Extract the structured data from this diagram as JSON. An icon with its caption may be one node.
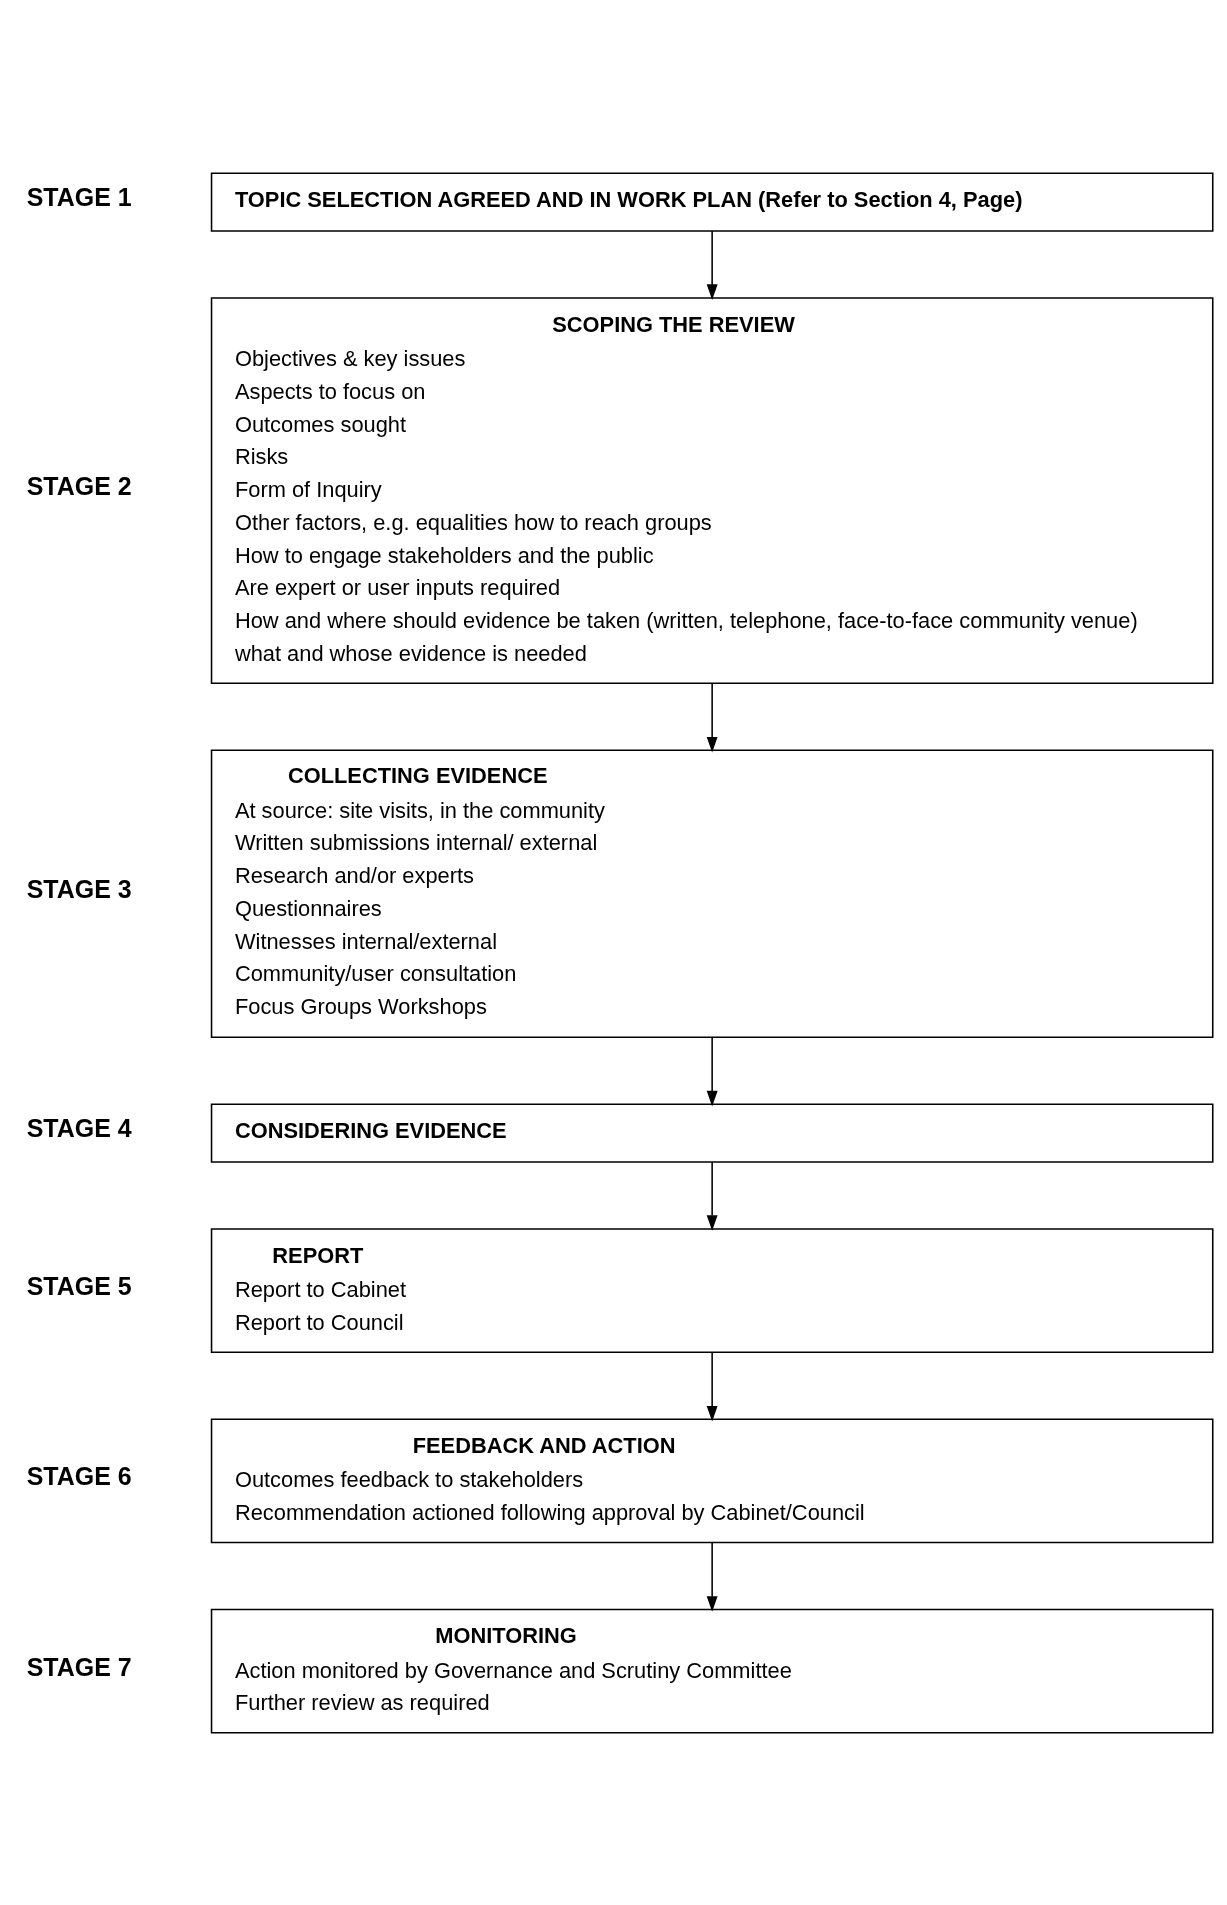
{
  "diagram": {
    "nodes": [
      {
        "text": [
          "TOPIC SELECTION AGREED AND IN WORK PLAN (Refer to Section 4, Page)"
        ],
        "beside": [
          "STAGE 1"
        ]
      },
      {
        "text": [
          "SCOPING THE REVIEW",
          "Objectives & key issues",
          "Aspects to focus on",
          "Outcomes sought",
          "Risks",
          "Form of Inquiry",
          "Other factors, e.g. equalities how to reach groups",
          "How to engage stakeholders and the public",
          "Are expert or user inputs required",
          "How and where should evidence be taken (written, telephone, face-to-face community venue)",
          "what and whose evidence is needed"
        ],
        "beside": [
          "STAGE 2"
        ]
      },
      {
        "text": [
          "COLLECTING EVIDENCE",
          "At source: site visits, in the community",
          "Written submissions internal/ external",
          "Research and/or experts",
          "Questionnaires",
          "Witnesses internal/external",
          "Community/user consultation",
          "Focus Groups Workshops"
        ],
        "beside": [
          "STAGE 3"
        ]
      },
      {
        "text": [
          "CONSIDERING EVIDENCE"
        ],
        "beside": [
          "STAGE 4"
        ]
      },
      {
        "text": [
          "REPORT",
          "Report to Cabinet",
          "Report to Council"
        ],
        "beside": [
          "STAGE 5"
        ]
      },
      {
        "text": [
          "FEEDBACK AND ACTION",
          "Outcomes feedback to stakeholders",
          "Recommendation actioned following approval by Cabinet/Council"
        ],
        "beside": [
          "STAGE 6"
        ]
      },
      {
        "text": [
          "MONITORING",
          "Action monitored by Governance and Scrutiny Committee",
          "Further review as required"
        ],
        "beside": [
          "STAGE 7"
        ]
      }
    ],
    "edges": [
      {
        "from": 0,
        "to": 1,
        "arrow": "to"
      },
      {
        "from": 1,
        "to": 2,
        "arrow": "to"
      },
      {
        "from": 2,
        "to": 3,
        "arrow": "to"
      },
      {
        "from": 3,
        "to": 4,
        "arrow": "to"
      },
      {
        "from": 4,
        "to": 5,
        "arrow": "to"
      },
      {
        "from": 5,
        "to": 6,
        "arrow": "to"
      }
    ]
  }
}
